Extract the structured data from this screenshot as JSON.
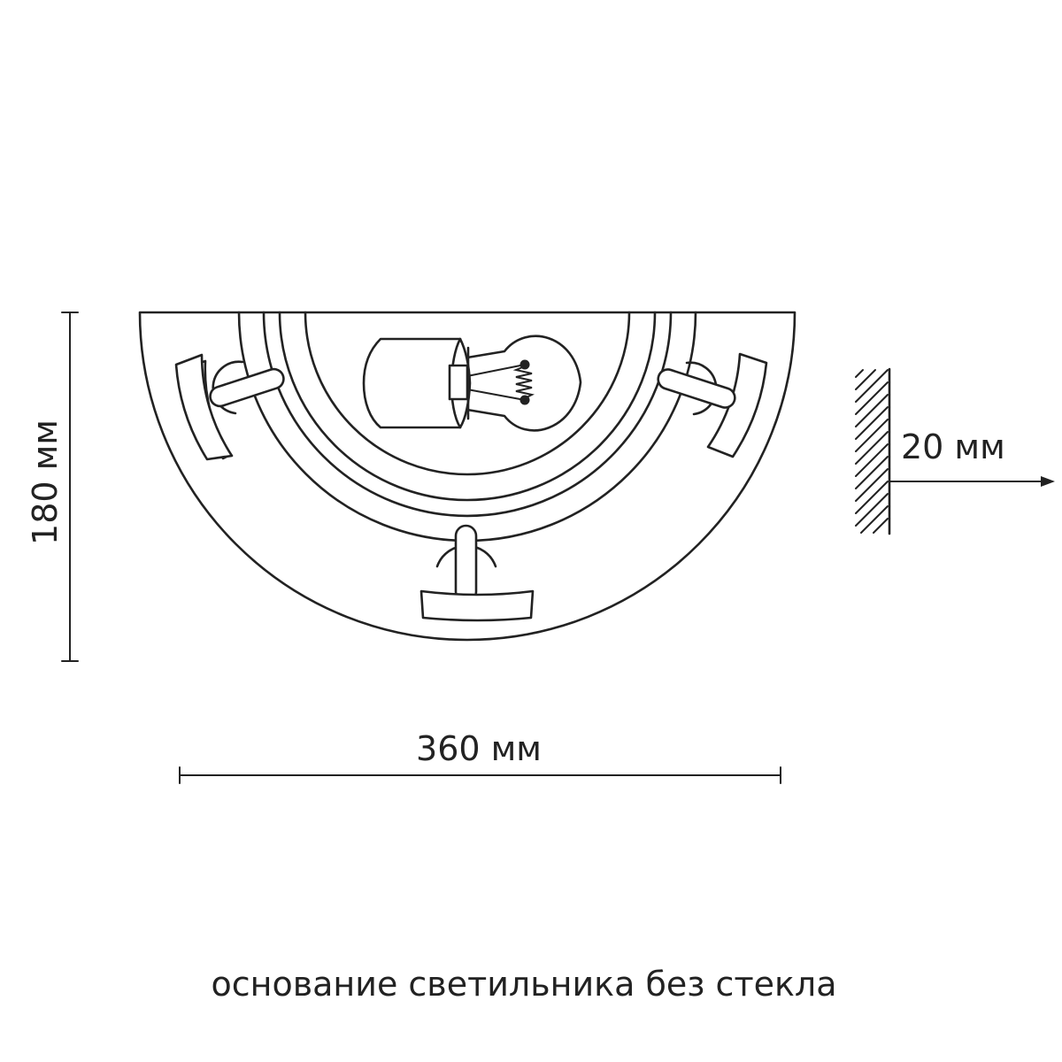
{
  "dimensions": {
    "height_label": "180 мм",
    "width_label": "360 мм",
    "depth_label": "20 мм"
  },
  "caption": "основание светильника без стекла",
  "colors": {
    "line": "#222222",
    "background": "#ffffff"
  }
}
